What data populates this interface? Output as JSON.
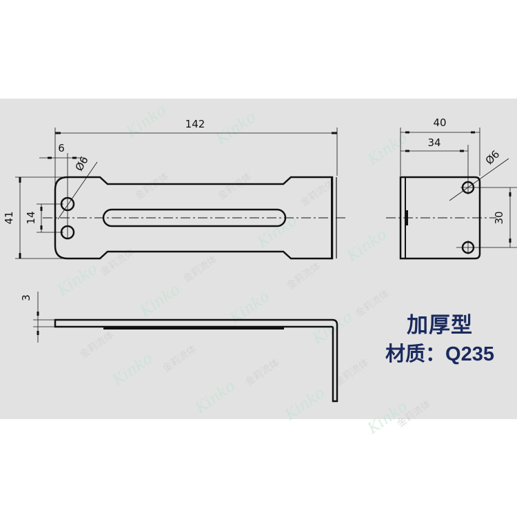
{
  "drawing": {
    "top_view": {
      "overall_length": "142",
      "hole_offset": "6",
      "hole_diameter": "Ø6",
      "overall_width": "41",
      "hole_spacing": "14"
    },
    "end_view": {
      "overall_width": "40",
      "hole_offset": "34",
      "hole_diameter": "Ø6",
      "hole_spacing": "30"
    },
    "side_view": {
      "thickness": "3"
    }
  },
  "labels": {
    "type": "加厚型",
    "material": "材质：Q235"
  },
  "watermark": {
    "brand": "Kinko",
    "brand_cn": "金莉流体"
  },
  "colors": {
    "panel_bg": "#e2e2e2",
    "page_bg": "#ffffff",
    "line": "#111111",
    "label_text": "#1a2a5e",
    "watermark": "#bfe3d0"
  }
}
